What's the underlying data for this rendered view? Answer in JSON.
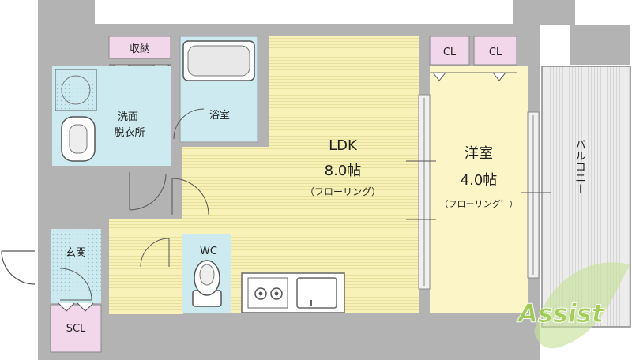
{
  "rooms": {
    "ldk": {
      "name": "LDK",
      "size": "8.0帖",
      "floor": "（フローリング）"
    },
    "western": {
      "name": "洋室",
      "size": "4.0帖",
      "floor": "（フローリング゛）"
    },
    "bath": {
      "name": "浴室"
    },
    "washroom": {
      "name_line1": "洗面",
      "name_line2": "脱衣所"
    },
    "toilet": {
      "name": "WC"
    },
    "entrance": {
      "name": "玄関"
    },
    "shoe_closet": {
      "name": "SCL"
    },
    "storage": {
      "name": "収納"
    },
    "closet1": {
      "name": "CL"
    },
    "closet2": {
      "name": "CL"
    },
    "balcony": {
      "name": "バルコニー"
    }
  },
  "watermark": {
    "text": "Assist"
  },
  "colors": {
    "wall": "#aaaaaa",
    "ldk_floor": "#f8f2b8",
    "western_floor": "#fbf5c7",
    "wet_area": "#cdeaf0",
    "closet": "#f2d6ea",
    "balcony": "#ececec",
    "watermark": "#9ccc4a"
  }
}
